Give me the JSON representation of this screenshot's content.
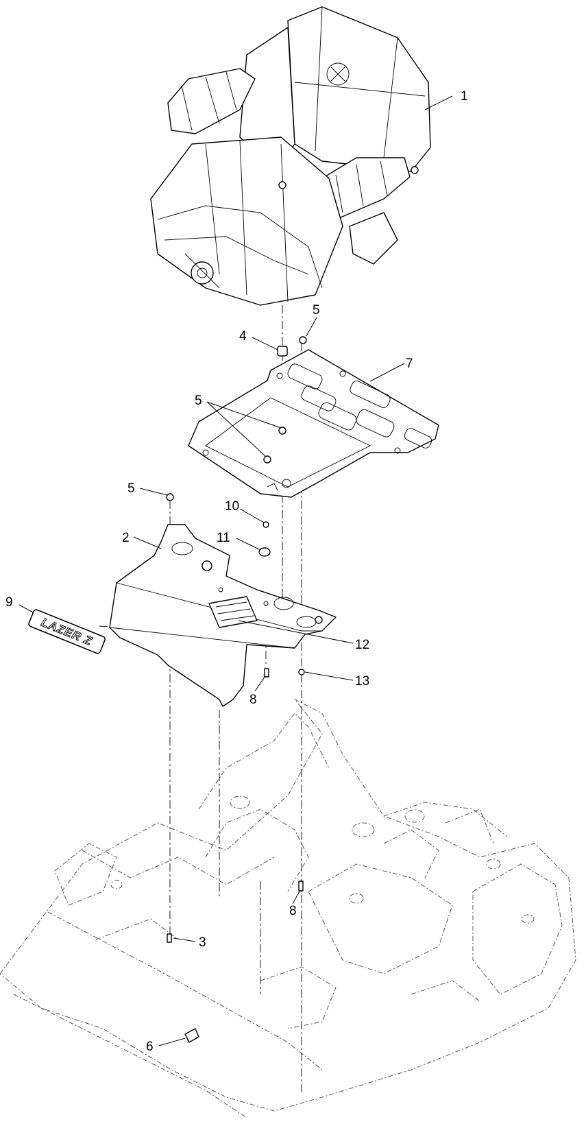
{
  "diagram": {
    "callouts": [
      {
        "id": "c1",
        "label": "1"
      },
      {
        "id": "c2",
        "label": "2"
      },
      {
        "id": "c3",
        "label": "3"
      },
      {
        "id": "c4",
        "label": "4"
      },
      {
        "id": "c5a",
        "label": "5"
      },
      {
        "id": "c5b",
        "label": "5"
      },
      {
        "id": "c5c",
        "label": "5"
      },
      {
        "id": "c6",
        "label": "6"
      },
      {
        "id": "c7",
        "label": "7"
      },
      {
        "id": "c8a",
        "label": "8"
      },
      {
        "id": "c8b",
        "label": "8"
      },
      {
        "id": "c9",
        "label": "9"
      },
      {
        "id": "c10",
        "label": "10"
      },
      {
        "id": "c11",
        "label": "11"
      },
      {
        "id": "c12",
        "label": "12"
      },
      {
        "id": "c13",
        "label": "13"
      }
    ],
    "logo_text": "LAZER Z"
  }
}
